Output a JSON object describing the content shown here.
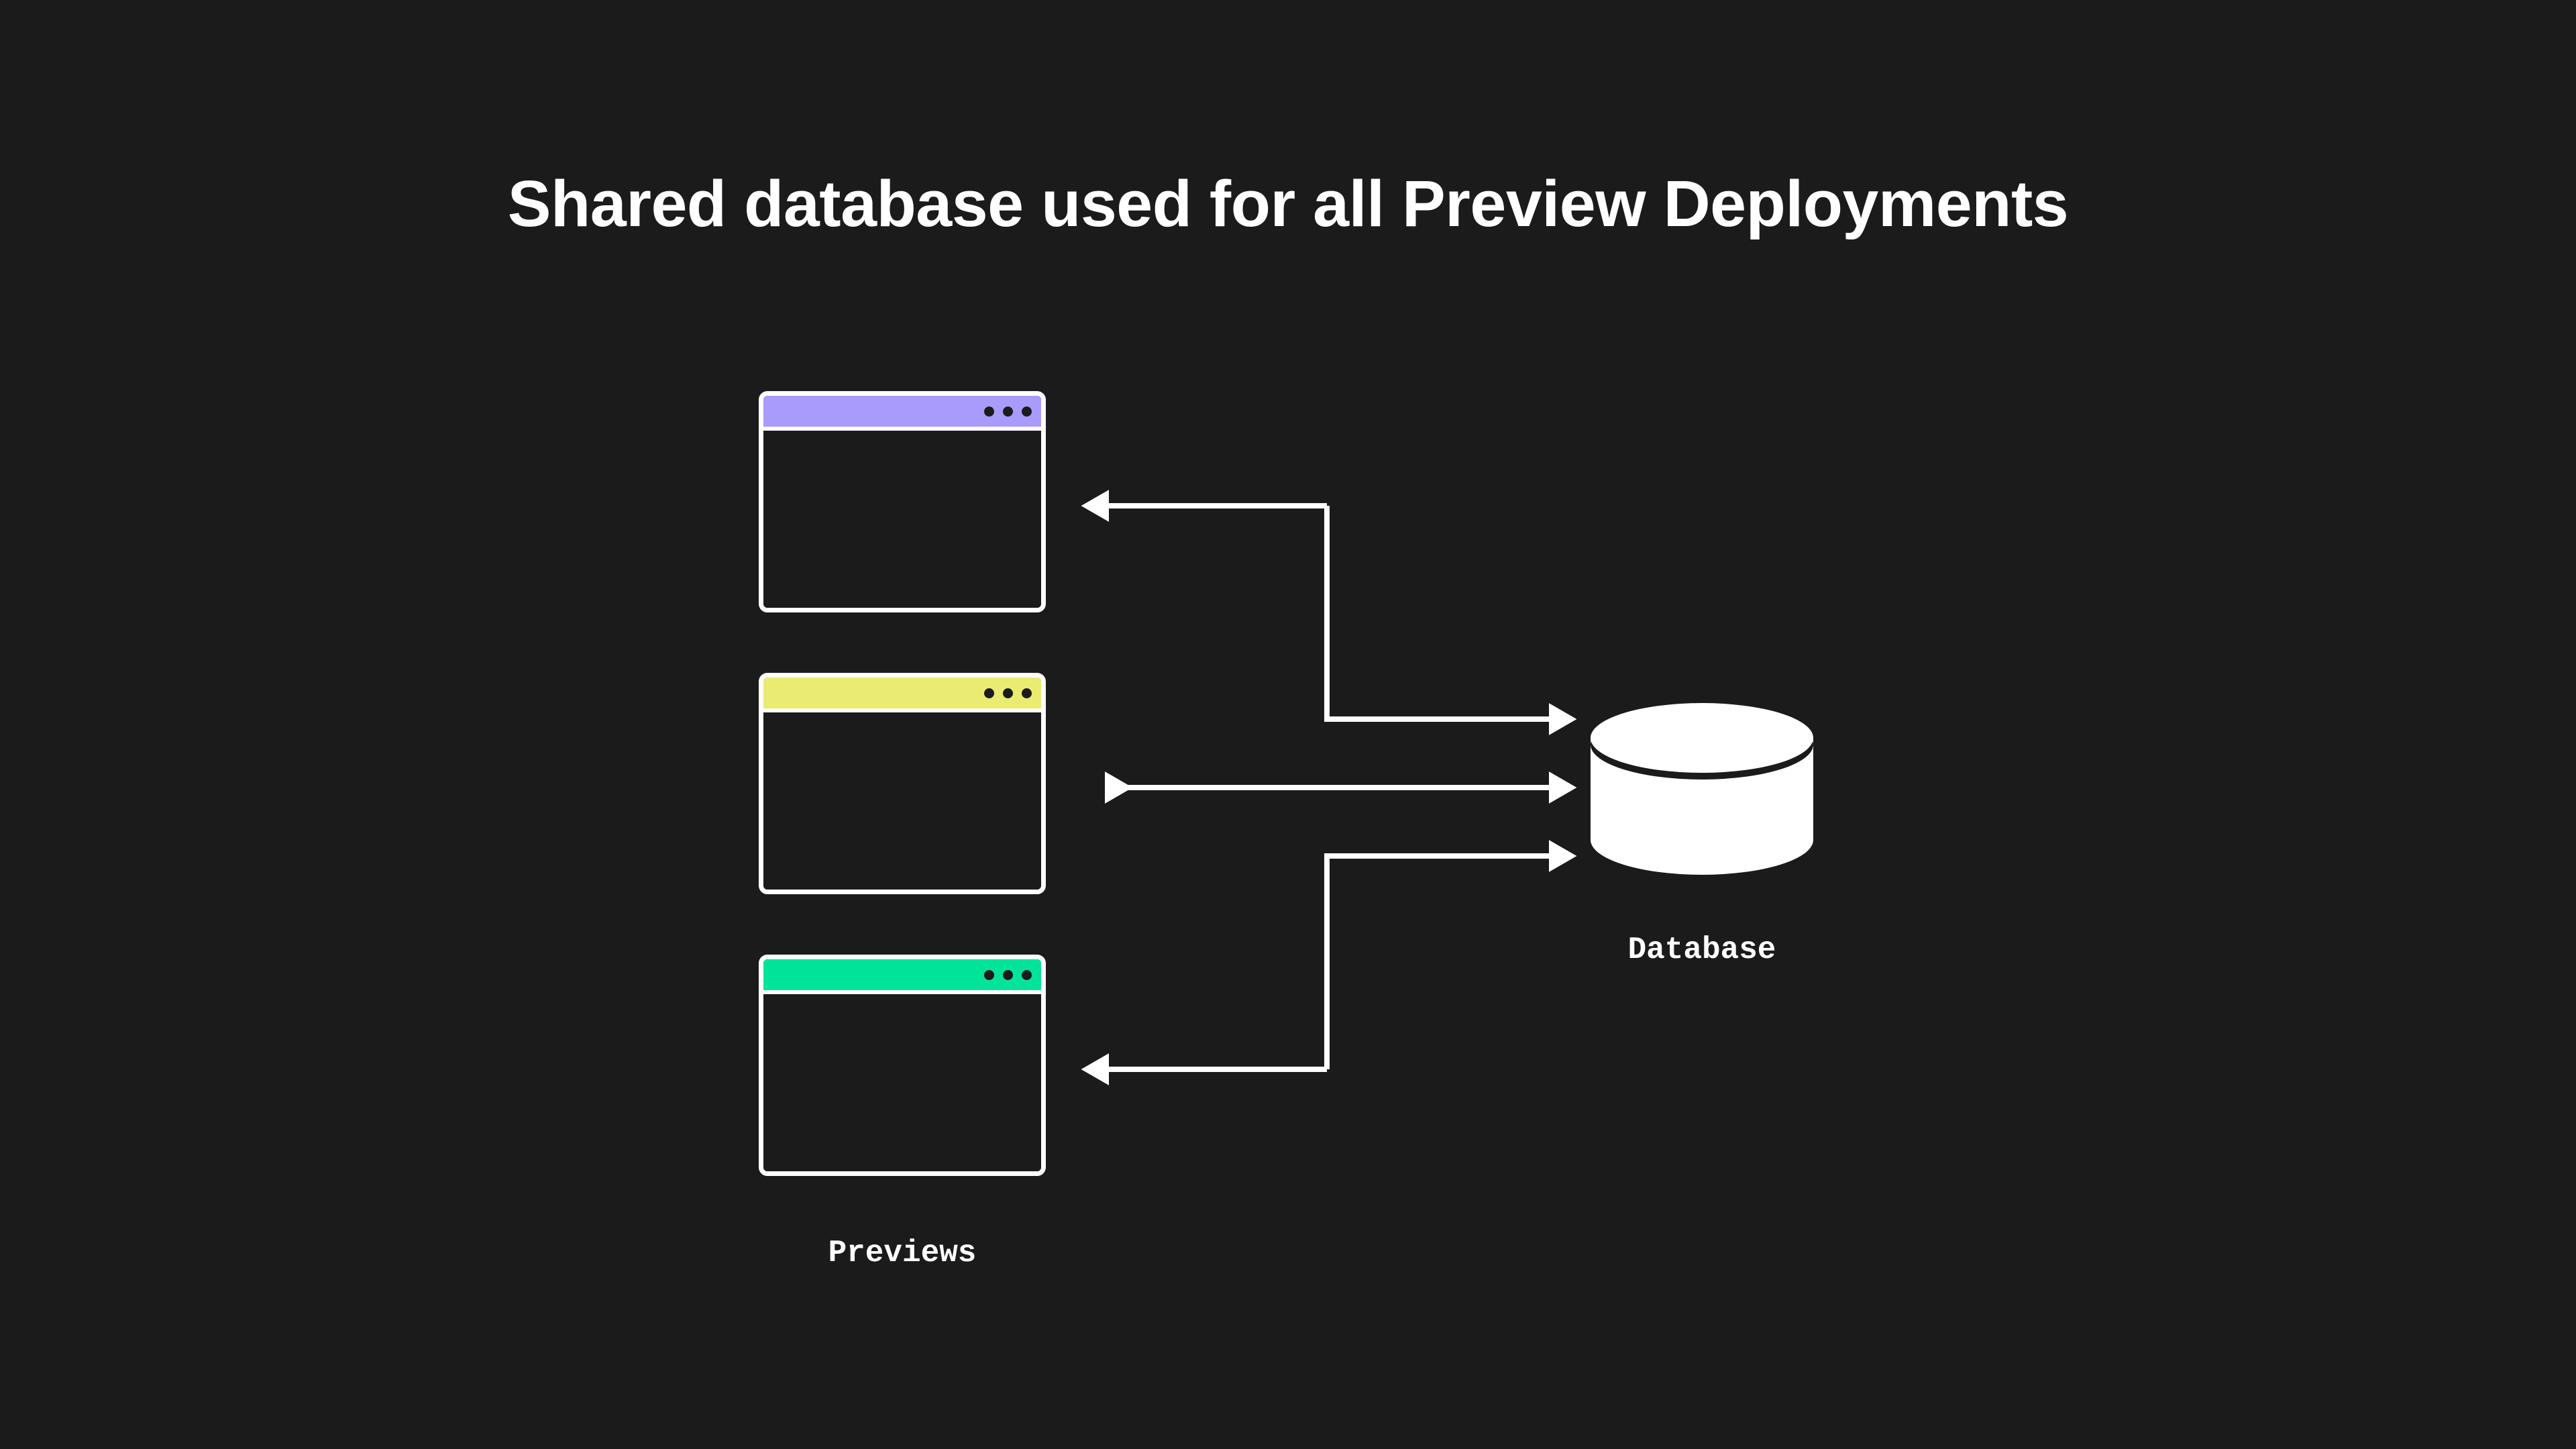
{
  "page": {
    "title": "Shared database used for all Preview Deployments",
    "background_color": "#1b1b1b",
    "stroke_color": "#ffffff"
  },
  "diagram": {
    "type": "architecture-flow",
    "windows": [
      {
        "id": "window-1",
        "name": "preview-window-purple",
        "titlebar_color": "#a99bfb",
        "dot_color": "#1b1b1b",
        "dots": 3
      },
      {
        "id": "window-2",
        "name": "preview-window-yellow",
        "titlebar_color": "#eaeb72",
        "dot_color": "#1b1b1b",
        "dots": 3
      },
      {
        "id": "window-3",
        "name": "preview-window-green",
        "titlebar_color": "#00e499",
        "dot_color": "#1b1b1b",
        "dots": 3
      }
    ],
    "labels": {
      "previews": "Previews",
      "database": "Database"
    },
    "database": {
      "shape": "cylinder",
      "fill": "#ffffff"
    },
    "connectors": [
      {
        "name": "window1-to-database",
        "direction": "bidirectional-elbow",
        "arrow_at": [
          "window",
          "database"
        ]
      },
      {
        "name": "window2-to-database",
        "direction": "bidirectional",
        "arrow_at": [
          "window",
          "database"
        ]
      },
      {
        "name": "window3-to-database",
        "direction": "bidirectional-elbow",
        "arrow_at": [
          "window",
          "database"
        ]
      }
    ]
  }
}
